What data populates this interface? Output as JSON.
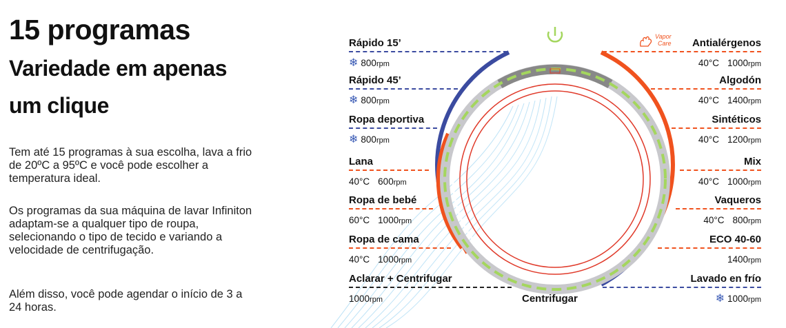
{
  "heading": {
    "title": "15 programas",
    "subtitle": "Variedade em apenas um clique"
  },
  "paragraphs": [
    "Tem até 15 programas à sua escolha, lava a frio de 20ºC a 95ºC e você pode escolher a temperatura ideal.",
    "Os programas da sua máquina de lavar Infiniton adaptam-se a qualquer tipo de roupa, selecionando o tipo de tecido e variando a velocidade de centrifugação.",
    "Além disso, você pode agendar o início de 3 a 24 horas."
  ],
  "colors": {
    "blue": "#3b4ba0",
    "orange": "#f0521e",
    "green": "#a4d65e",
    "ring": "#c8c8cc"
  },
  "icons": {
    "power": "power-icon",
    "cold": "snowflake-icon",
    "vapor": "vapor-care-icon"
  },
  "vapor_care": {
    "line1": "Vapor",
    "line2": "Care"
  },
  "bottom_program": "Centrifugar",
  "programs_left": [
    {
      "name": "Rápido 15’",
      "temp": "",
      "cold": true,
      "rpm": "800",
      "unit": "rpm"
    },
    {
      "name": "Rápido 45’",
      "temp": "",
      "cold": true,
      "rpm": "800",
      "unit": "rpm"
    },
    {
      "name": "Ropa deportiva",
      "temp": "",
      "cold": true,
      "rpm": "800",
      "unit": "rpm"
    },
    {
      "name": "Lana",
      "temp": "40°C",
      "cold": false,
      "rpm": "600",
      "unit": "rpm"
    },
    {
      "name": "Ropa de bebé",
      "temp": "60°C",
      "cold": false,
      "rpm": "1000",
      "unit": "rpm"
    },
    {
      "name": "Ropa de cama",
      "temp": "40°C",
      "cold": false,
      "rpm": "1000",
      "unit": "rpm"
    },
    {
      "name": "Aclarar + Centrifugar",
      "temp": "",
      "cold": false,
      "rpm": "1000",
      "unit": "rpm"
    }
  ],
  "programs_right": [
    {
      "name": "Antialérgenos",
      "temp": "40°C",
      "cold": false,
      "rpm": "1000",
      "unit": "rpm"
    },
    {
      "name": "Algodón",
      "temp": "40°C",
      "cold": false,
      "rpm": "1400",
      "unit": "rpm"
    },
    {
      "name": "Sintéticos",
      "temp": "40°C",
      "cold": false,
      "rpm": "1200",
      "unit": "rpm"
    },
    {
      "name": "Mix",
      "temp": "40°C",
      "cold": false,
      "rpm": "1000",
      "unit": "rpm"
    },
    {
      "name": "Vaqueros",
      "temp": "40°C",
      "cold": false,
      "rpm": "800",
      "unit": "rpm"
    },
    {
      "name": "ECO 40-60",
      "temp": "",
      "cold": false,
      "rpm": "1400",
      "unit": "rpm"
    },
    {
      "name": "Lavado en frío",
      "temp": "",
      "cold": true,
      "rpm": "1000",
      "unit": "rpm"
    }
  ]
}
